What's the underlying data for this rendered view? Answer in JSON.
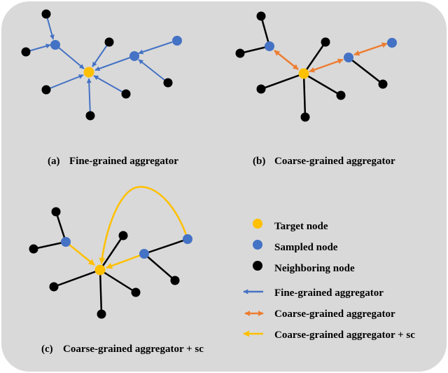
{
  "panels": {
    "a": {
      "label": "(a)",
      "title": "Fine-grained aggregator"
    },
    "b": {
      "label": "(b)",
      "title": "Coarse-grained aggregator"
    },
    "c": {
      "label": "(c)",
      "title": "Coarse-grained aggregator + sc"
    }
  },
  "legend": {
    "target_node": "Target node",
    "sampled_node": "Sampled node",
    "neighboring_node": "Neighboring node",
    "fine_grained": "Fine-grained aggregator",
    "coarse_grained": "Coarse-grained aggregator",
    "coarse_grained_sc": "Coarse-grained aggregator + sc"
  },
  "colors": {
    "background": "#d9d9d9",
    "target": "#ffc000",
    "sampled": "#4472c4",
    "neighbor": "#000000",
    "fine_arrow": "#4472c4",
    "coarse_arrow": "#ed7d31",
    "sc_arrow": "#ffc000",
    "edge": "#000000"
  }
}
